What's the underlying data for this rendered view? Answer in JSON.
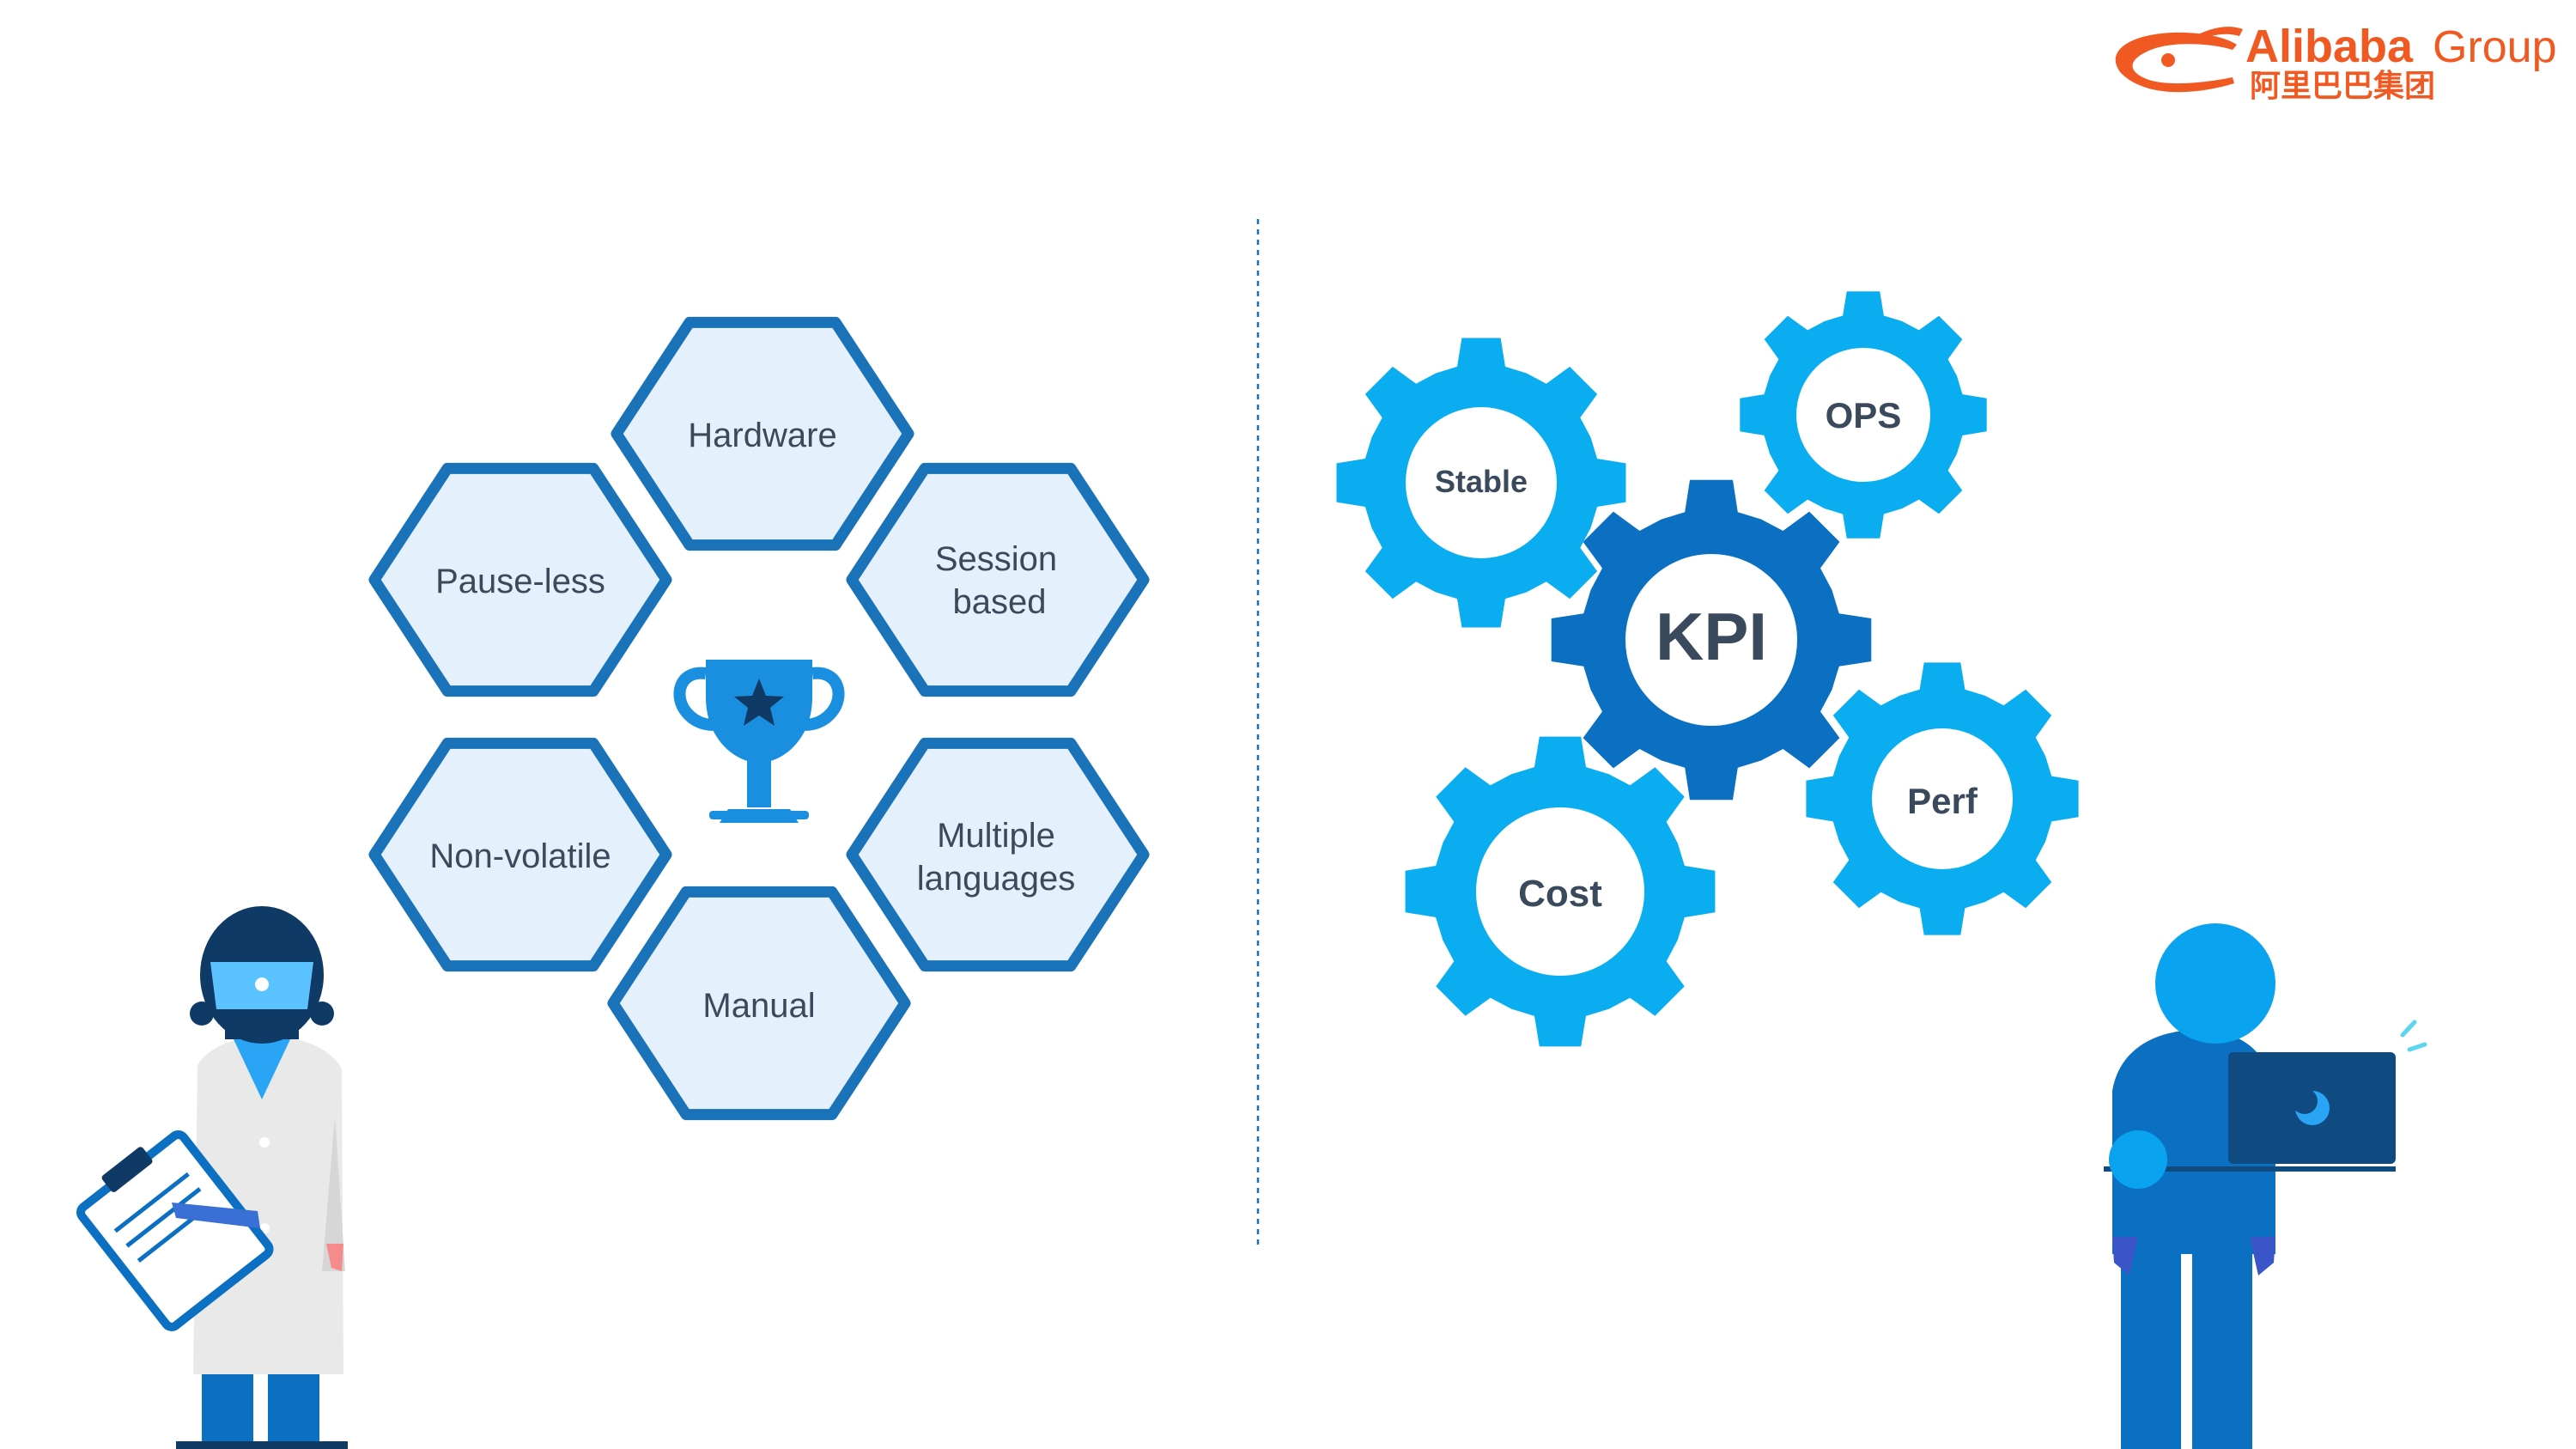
{
  "logo": {
    "brand_bold": "Alibaba",
    "brand_light": "Group",
    "brand_cn": "阿里巴巴集团",
    "color": "#f05a22"
  },
  "hexagons": {
    "hardware": "Hardware",
    "pause_less": "Pause-less",
    "session_line1": "Session",
    "session_line2": "based",
    "non_volatile": "Non-volatile",
    "multiple_line1": "Multiple",
    "multiple_line2": "languages",
    "manual": "Manual",
    "center_icon": "trophy-icon",
    "fill_color": "#e4f0fb",
    "stroke_color": "#1a72b8"
  },
  "gears": {
    "stable": "Stable",
    "ops": "OPS",
    "kpi": "KPI",
    "perf": "Perf",
    "cost": "Cost",
    "light_color": "#0aaef0",
    "dark_color": "#0b6fc2"
  },
  "figures": {
    "left": "scientist-with-clipboard",
    "right": "person-with-laptop"
  }
}
